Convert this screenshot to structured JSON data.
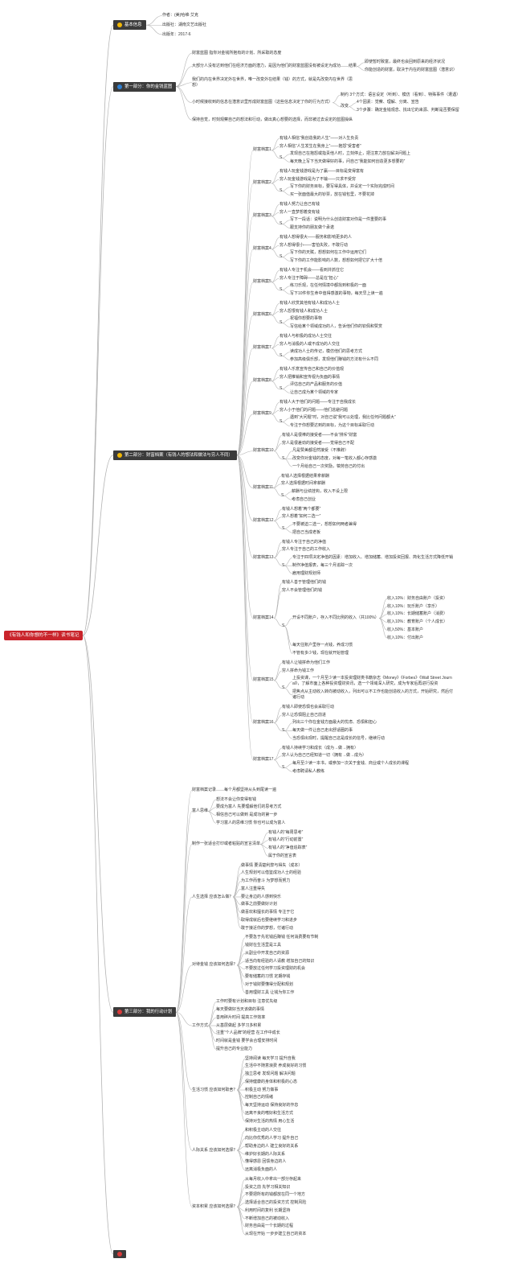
{
  "theme": {
    "root_color": "#c9242b",
    "branch_color": "#3b3b3b",
    "line_color": "#b3b3b3",
    "text_color": "#333333"
  },
  "mindmap": {
    "text": "《有钱人和你想的不一样》读书笔记",
    "children": [
      {
        "text": "基本信息",
        "icon": "star-icon",
        "icon_color": "#f2b705",
        "children": [
          {
            "text": "作者：(美)哈维·艾克"
          },
          {
            "text": "出版社：湖南文艺出版社"
          },
          {
            "text": "出版年：2017-6"
          }
        ]
      },
      {
        "text": "第一部分：你的金钱蓝图",
        "icon": "flag-icon",
        "icon_color": "#2f7fd1",
        "children": [
          {
            "text": "财富蓝图 指你对金钱所抱有的计划、所采取的态度"
          },
          {
            "text": "大部分人没有达到他们在经济方面的潜力，是因为他们的财富蓝图没有被设定为成功",
            "children": [
              {
                "text": "结果",
                "children": [
                  {
                    "text": "即使暂时致富，最终也会回到原来的经济状况"
                  },
                  {
                    "text": "你能创造的财富，取决于内在的财富蓝图（潜意识）"
                  }
                ]
              }
            ]
          },
          {
            "text": "我们的内在世界决定外在世界，唯一改变外在结果（钱）的方式，就是先改变内在世界（思想）"
          },
          {
            "text": "小时候接收到的信息在潜意识里形成财富蓝图（这些信息决定了你的行为方式）",
            "children": [
              {
                "text": "制约 3个方式：语言设定（听到）、模仿（看到）、特殊事件（遭遇）"
              },
              {
                "text": "改变",
                "children": [
                  {
                    "text": "4个因素：觉察、理解、分离、宣告"
                  },
                  {
                    "text": "3个步骤：确定金钱观念、找出它的来源、判断是否要保留"
                  }
                ]
              }
            ]
          },
          {
            "text": "保持自觉，时刻观察自己的想法和行动，做出真心想要的选择，而非被过去设定的蓝图操纵"
          }
        ]
      },
      {
        "text": "第二部分：财富档案（有钱人的想法和做法与穷人不同）",
        "icon": "star-icon",
        "icon_color": "#f2b705",
        "children": [
          {
            "text": "财富档案1",
            "children": [
              {
                "text": "有钱人相信“我创造我的人生”——对人生负责"
              },
              {
                "text": "穷人相信“人生发生在我身上”——抱怨“受害者”"
              },
              {
                "text": "S",
                "children": [
                  {
                    "text": "发现自己在抱怨或指责他人时，立刻停止，把注意力放在解决问题上"
                  },
                  {
                    "text": "每天晚上写下当天做得好的事，问自己“我能如何创造更多想要的”"
                  }
                ]
              }
            ]
          },
          {
            "text": "财富档案2",
            "children": [
              {
                "text": "有钱人玩金钱游戏是为了赢——目标是变得富有"
              },
              {
                "text": "穷人玩金钱游戏是为了不输——只求不受穷"
              },
              {
                "text": "S",
                "children": [
                  {
                    "text": "写下你的财务目标，要写得具体，并设定一个实际完成时间"
                  },
                  {
                    "text": "买一张面值最大的钞票，放在钱包里，不要花掉"
                  }
                ]
              }
            ]
          },
          {
            "text": "财富档案3",
            "children": [
              {
                "text": "有钱人努力让自己有钱"
              },
              {
                "text": "穷人一直梦想着变有钱"
              },
              {
                "text": "S",
                "children": [
                  {
                    "text": "写下一段话：说明为什么创造财富对你是一件重要的事"
                  },
                  {
                    "text": "跟支持你的朋友做个承诺"
                  }
                ]
              }
            ]
          },
          {
            "text": "财富档案4",
            "children": [
              {
                "text": "有钱人想得很大——服务和影响更多的人"
              },
              {
                "text": "穷人想得很小——害怕失败，不敢行动"
              },
              {
                "text": "S",
                "children": [
                  {
                    "text": "写下你的天赋，想想如何在工作中运用它们"
                  },
                  {
                    "text": "写下你的工作能影响的人数，想想如何把它扩大十倍"
                  }
                ]
              }
            ]
          },
          {
            "text": "财富档案5",
            "children": [
              {
                "text": "有钱人专注于机会——看到并抓住它"
              },
              {
                "text": "穷人专注于障碍——总是在“担心”"
              },
              {
                "text": "S",
                "children": [
                  {
                    "text": "练习乐观，在任何情境中都找到积极的一面"
                  },
                  {
                    "text": "写下10件你生命中值得感激的事物，每天早上读一遍"
                  }
                ]
              }
            ]
          },
          {
            "text": "财富档案6",
            "children": [
              {
                "text": "有钱人欣赏其他有钱人和成功人士"
              },
              {
                "text": "穷人怨恨有钱人和成功人士"
              },
              {
                "text": "S",
                "children": [
                  {
                    "text": "祝福你想要的事物"
                  },
                  {
                    "text": "写信给某个领域成功的人，告诉他们你的钦佩和赞赏"
                  }
                ]
              }
            ]
          },
          {
            "text": "财富档案7",
            "children": [
              {
                "text": "有钱人与积极的成功人士交往"
              },
              {
                "text": "穷人与消极的人或不成功的人交往"
              },
              {
                "text": "S",
                "children": [
                  {
                    "text": "读成功人士的传记，模仿他们的思考方式"
                  },
                  {
                    "text": "参加高级俱乐部，发现他们赚钱的方法有什么不同"
                  }
                ]
              }
            ]
          },
          {
            "text": "财富档案8",
            "children": [
              {
                "text": "有钱人乐意宣传自己和自己的价值观"
              },
              {
                "text": "穷人把推销和宣传视为负面的事情"
              },
              {
                "text": "S",
                "children": [
                  {
                    "text": "评估自己的产品和服务的价值"
                  },
                  {
                    "text": "让自己成为某个领域的专家"
                  }
                ]
              }
            ]
          },
          {
            "text": "财富档案9",
            "children": [
              {
                "text": "有钱人大于他们的问题——专注于自我成长"
              },
              {
                "text": "穷人小于他们的问题——他们逃避问题"
              },
              {
                "text": "S",
                "children": [
                  {
                    "text": "遇到“大问题”时，对自己说“我可以处理，我比任何问题都大”"
                  },
                  {
                    "text": "专注于你想要达到的目标，为这个目标采取行动"
                  }
                ]
              }
            ]
          },
          {
            "text": "财富档案10",
            "children": [
              {
                "text": "有钱人是很棒的接受者——不会“排斥”财富"
              },
              {
                "text": "穷人是很差劲的接受者——觉得自己不配"
              },
              {
                "text": "S",
                "children": [
                  {
                    "text": "凡是赞美都坦然接受（不推辞）"
                  },
                  {
                    "text": "改变你对金钱的态度，对每一笔收入都心存感激"
                  },
                  {
                    "text": "一个月给自己一次奖励，犒劳自己的付出"
                  }
                ]
              }
            ]
          },
          {
            "text": "财富档案11",
            "children": [
              {
                "text": "有钱人选择根据结果拿薪酬"
              },
              {
                "text": "穷人选择根据时间拿薪酬"
              },
              {
                "text": "S",
                "children": [
                  {
                    "text": "薪酬与业绩挂钩，收入不设上限"
                  },
                  {
                    "text": "考虑自己创业"
                  }
                ]
              }
            ]
          },
          {
            "text": "财富档案12",
            "children": [
              {
                "text": "有钱人想着“两个都要”"
              },
              {
                "text": "穷人想着“如何二选一”"
              },
              {
                "text": "S",
                "children": [
                  {
                    "text": "不要被迫二选一，想想如何两者兼得"
                  },
                  {
                    "text": "把自己当成老板"
                  }
                ]
              }
            ]
          },
          {
            "text": "财富档案13",
            "children": [
              {
                "text": "有钱人专注于自己的净值"
              },
              {
                "text": "穷人专注于自己的工作收入"
              },
              {
                "text": "S",
                "children": [
                  {
                    "text": "专注于四项决定净值的因素：增加收入、增加储蓄、增加投资回报、简化生活方式降低开销"
                  },
                  {
                    "text": "制作净值报表，每三个月追踪一次"
                  },
                  {
                    "text": "雇用理财规划师"
                  }
                ]
              }
            ]
          },
          {
            "text": "财富档案14",
            "children": [
              {
                "text": "有钱人善于管理他们的钱"
              },
              {
                "text": "穷人不会管理他们的钱"
              },
              {
                "text": "S",
                "children": [
                  {
                    "text": "开设不同账户，存入不同比例的收入（共100%）",
                    "children": [
                      {
                        "text": "收入10%：财务自由账户（投资）"
                      },
                      {
                        "text": "收入10%：玩乐账户（享乐）"
                      },
                      {
                        "text": "收入10%：长期储蓄账户（消费）"
                      },
                      {
                        "text": "收入10%：教育账户（个人成长）"
                      },
                      {
                        "text": "收入50%：基本账户"
                      },
                      {
                        "text": "收入10%：付出账户"
                      }
                    ]
                  },
                  {
                    "text": "每天往账户里存一点钱，养成习惯"
                  },
                  {
                    "text": "不管有多少钱，现在就开始管理"
                  }
                ]
              }
            ]
          },
          {
            "text": "财富档案15",
            "children": [
              {
                "text": "有钱人让钱拼命为他们工作"
              },
              {
                "text": "穷人拼命为钱工作"
              },
              {
                "text": "S",
                "children": [
                  {
                    "text": "上投资课，一个月至少读一本投资理财类书籍杂志《Money》《Forbes》《Wall Street Journal》，了解市面上各种投资理财资讯，选一个领域深入研究，成为专家后再进行投资"
                  },
                  {
                    "text": "把焦点从主动收入转向被动收入，列出可以不工作也能创造收入的方式，开始研究，然后付诸行动"
                  }
                ]
              }
            ]
          },
          {
            "text": "财富档案16",
            "children": [
              {
                "text": "有钱人即使恐惧也会采取行动"
              },
              {
                "text": "穷人让恐惧阻止自己前进"
              },
              {
                "text": "S",
                "children": [
                  {
                    "text": "列出三个你在金钱方面最大的忧虑、恐惧和担心"
                  },
                  {
                    "text": "每天做一件让自己走出舒适圈的事"
                  },
                  {
                    "text": "当恐惧出现时，提醒自己这是成长的信号，继续行动"
                  }
                ]
              }
            ]
          },
          {
            "text": "财富档案17",
            "children": [
              {
                "text": "有钱人持续学习和成长（成为→做→拥有）"
              },
              {
                "text": "穷人认为自己已经知道一切（拥有→做→成为）"
              },
              {
                "text": "S",
                "children": [
                  {
                    "text": "每月至少读一本书，或参加一次关于金钱、商业或个人成长的课程"
                  },
                  {
                    "text": "考虑聘请私人教练"
                  }
                ]
              }
            ]
          }
        ]
      },
      {
        "text": "第三部分：我的行动计划",
        "icon": "flag-icon",
        "icon_color": "#d93a3a",
        "children": [
          {
            "text": "财富档案记录",
            "children": [
              {
                "text": "每个月都坚持从头到尾读一遍"
              }
            ]
          },
          {
            "text": "富人思维",
            "children": [
              {
                "text": "想法不会让你变得有钱"
              },
              {
                "text": "要成为富人 先要理解他们的思考方式"
              },
              {
                "text": "相信自己可以做到 是成功的第一步"
              },
              {
                "text": "学习富人的思维习惯 你也可以成为富人"
              }
            ]
          },
          {
            "text": "制作一张适合打印或者粘贴的宣言清单",
            "children": [
              {
                "text": "有钱人的“每周思考”"
              },
              {
                "text": "有钱人的“行动前置”"
              },
              {
                "text": "有钱人的“净值追踪表”"
              },
              {
                "text": "属于你的宣言表"
              }
            ]
          },
          {
            "text": "人生选择 应该怎么做？",
            "children": [
              {
                "text": "做事情 要清楚利弊与得失（成本）"
              },
              {
                "text": "人生规划可以借鉴成功人士的经验"
              },
              {
                "text": "为工作而奋斗 为梦想而努力"
              },
              {
                "text": "富人注重得失"
              },
              {
                "text": "要让身边的人感到快乐"
              },
              {
                "text": "做事之前要做好计划"
              },
              {
                "text": "做喜欢和擅长的事情 专注于它"
              },
              {
                "text": "取得成就后也要继续学习和进步"
              },
              {
                "text": "敢于接近你的梦想，付诸行动"
              }
            ]
          },
          {
            "text": "对待金钱 应该如何选择？",
            "children": [
              {
                "text": "不要急于先花钱后赚钱 任何消费要有节制"
              },
              {
                "text": "钱财在生活里是工具"
              },
              {
                "text": "从副业中开发自己的资源"
              },
              {
                "text": "适当向有经验的人请教 增加自己的知识"
              },
              {
                "text": "不要放过任何学习投资理财的机会"
              },
              {
                "text": "要有储蓄的习惯 定期存钱"
              },
              {
                "text": "对于钱财要懂得分配和规划"
              },
              {
                "text": "善用理财工具 让钱为你工作"
              }
            ]
          },
          {
            "text": "工作方式",
            "children": [
              {
                "text": "工作时要有计划和目标 注意优先级"
              },
              {
                "text": "每天要做好当天该做的事情"
              },
              {
                "text": "善用碎片时间 提高工作效率"
              },
              {
                "text": "从基层做起 多学习多积累"
              },
              {
                "text": "注重“个人品牌”的经营 在工作中成长"
              },
              {
                "text": "时间就是金钱 要学会合理安排时间"
              },
              {
                "text": "提升自己的专业能力"
              }
            ]
          },
          {
            "text": "生活习惯 应该如何取舍？",
            "children": [
              {
                "text": "坚持阅读 每天学习 提升自我"
              },
              {
                "text": "生活中不随意浪费 养成良好的习惯"
              },
              {
                "text": "独立思考 发现问题 解决问题"
              },
              {
                "text": "保持健康的身体和积极的心态"
              },
              {
                "text": "积极主动 努力做事"
              },
              {
                "text": "控制自己的情绪"
              },
              {
                "text": "每天坚持运动 保持良好的作息"
              },
              {
                "text": "远离不良的嗜好和生活方式"
              },
              {
                "text": "保持对生活的热情 用心生活"
              }
            ]
          },
          {
            "text": "人际关系 应该如何选择？",
            "children": [
              {
                "text": "和积极主动的人交往"
              },
              {
                "text": "向比你优秀的人学习 提升自己"
              },
              {
                "text": "帮助身边的人 建立良好的关系"
              },
              {
                "text": "维护好长期的人际关系"
              },
              {
                "text": "懂得感恩 回馈身边的人"
              },
              {
                "text": "远离消极负面的人"
              }
            ]
          },
          {
            "text": "资本积累 应该如何选择？",
            "children": [
              {
                "text": "从每月收入中拿出一部分存起来"
              },
              {
                "text": "投资之前 先学习相关知识"
              },
              {
                "text": "不要把所有的钱都放在同一个地方"
              },
              {
                "text": "选择适合自己的投资方式 控制风险"
              },
              {
                "text": "利用时间的复利 长期坚持"
              },
              {
                "text": "不断增加自己的被动收入"
              },
              {
                "text": "财务自由是一个长期的过程"
              },
              {
                "text": "从现在开始 一步步建立自己的资本"
              }
            ]
          }
        ]
      },
      {
        "icon": "flag-icon",
        "icon_color": "#d93a3a",
        "children": []
      }
    ]
  }
}
